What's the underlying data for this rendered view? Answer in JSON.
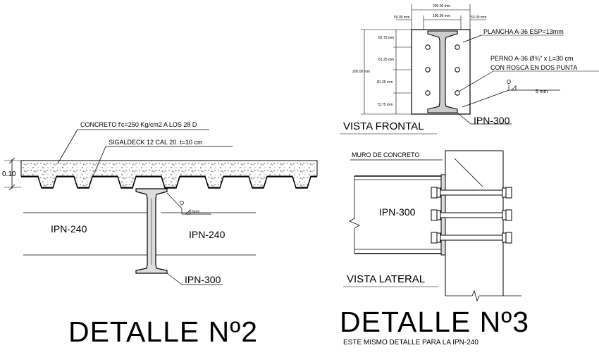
{
  "detail2": {
    "concrete_note": "CONCRETO f'c=250 Kg/cm2 A LOS 28 D",
    "deck_note": "SIGALDECK 12 CAL 20. t=10 cm",
    "thickness": "0.10",
    "left_beam": "IPN-240",
    "right_beam": "IPN-240",
    "main_beam": "IPN-300",
    "weld": "5mm",
    "title": "DETALLE Nº2"
  },
  "detail3": {
    "front": {
      "plate_note": "PLANCHA A-36 ESP=13mm",
      "bolt_note_1": "PERNO A-36 Ø¾\" x L=30 cm",
      "bolt_note_2": "CON ROSCA EN DOS PUNTA",
      "weld": "5 mm",
      "beam": "IPN-300",
      "view_label": "VISTA FRONTAL",
      "dim_total_width": "200.00 mm",
      "dim_inner_width": "100.00 mm",
      "dim_left_edge": "50.00 mm",
      "dim_right_edge": "50.00 mm",
      "dim_top": "62.75 mm",
      "dim_mid1": "81.25 mm",
      "dim_total_height": "200.00 mm",
      "dim_mid2": "81.25 mm",
      "dim_bottom": "73.75 mm"
    },
    "side": {
      "wall_note": "MURO DE CONCRETO",
      "beam": "IPN-300",
      "view_label": "VISTA LATERAL"
    },
    "title": "DETALLE Nº3",
    "subtitle": "ESTE MISMO DETALLE PARA LA IPN-240"
  }
}
